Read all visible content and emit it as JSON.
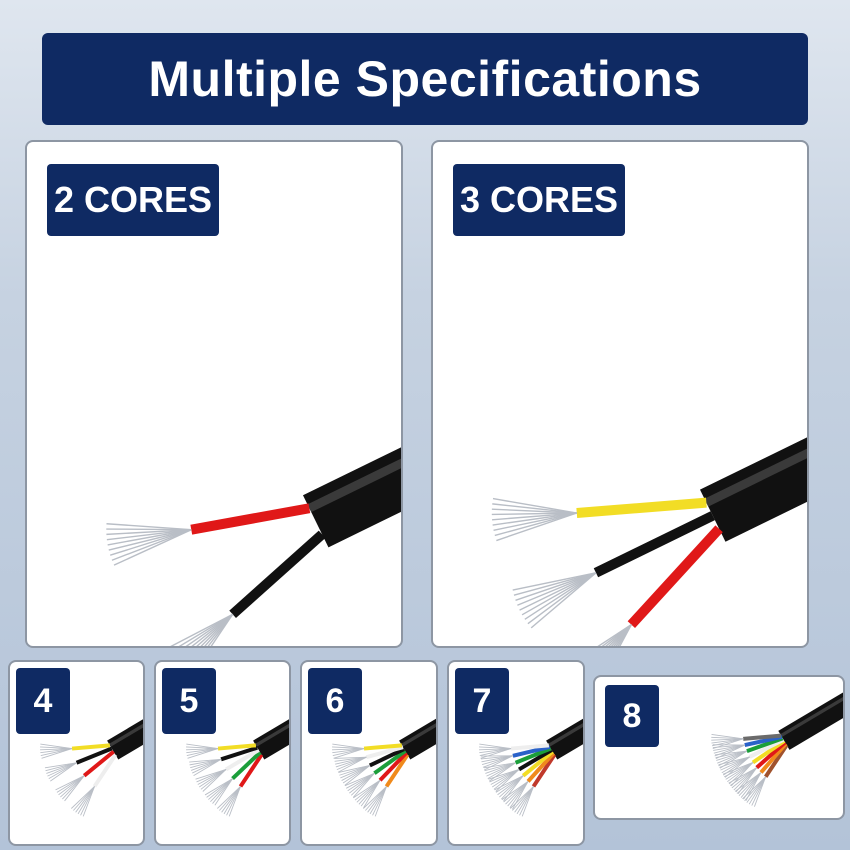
{
  "title": "Multiple Specifications",
  "large_panels": [
    {
      "label": "2 CORES",
      "cores": [
        "#111111",
        "#e01818"
      ]
    },
    {
      "label": "3 CORES",
      "cores": [
        "#e01818",
        "#111111",
        "#f2dd25"
      ]
    }
  ],
  "small_panels": [
    {
      "label": "4",
      "cores": [
        "#eeeeee",
        "#e01818",
        "#111111",
        "#f2dd25"
      ]
    },
    {
      "label": "5",
      "cores": [
        "#e01818",
        "#1b9e3a",
        "#eeeeee",
        "#111111",
        "#f2dd25"
      ]
    },
    {
      "label": "6",
      "cores": [
        "#f08a1c",
        "#e01818",
        "#1b9e3a",
        "#111111",
        "#eeeeee",
        "#f2dd25"
      ]
    },
    {
      "label": "7",
      "cores": [
        "#c0392b",
        "#f08a1c",
        "#f2dd25",
        "#111111",
        "#1b9e3a",
        "#2a62c9",
        "#eeeeee"
      ]
    },
    {
      "label": "8",
      "cores": [
        "#a0522d",
        "#f08a1c",
        "#e01818",
        "#f2dd25",
        "#eeeeee",
        "#1b9e3a",
        "#2a62c9",
        "#6b6b6b"
      ]
    }
  ],
  "colors": {
    "banner": "#0f2a63",
    "jacket": "#111111",
    "strand": "#b9bec6"
  }
}
